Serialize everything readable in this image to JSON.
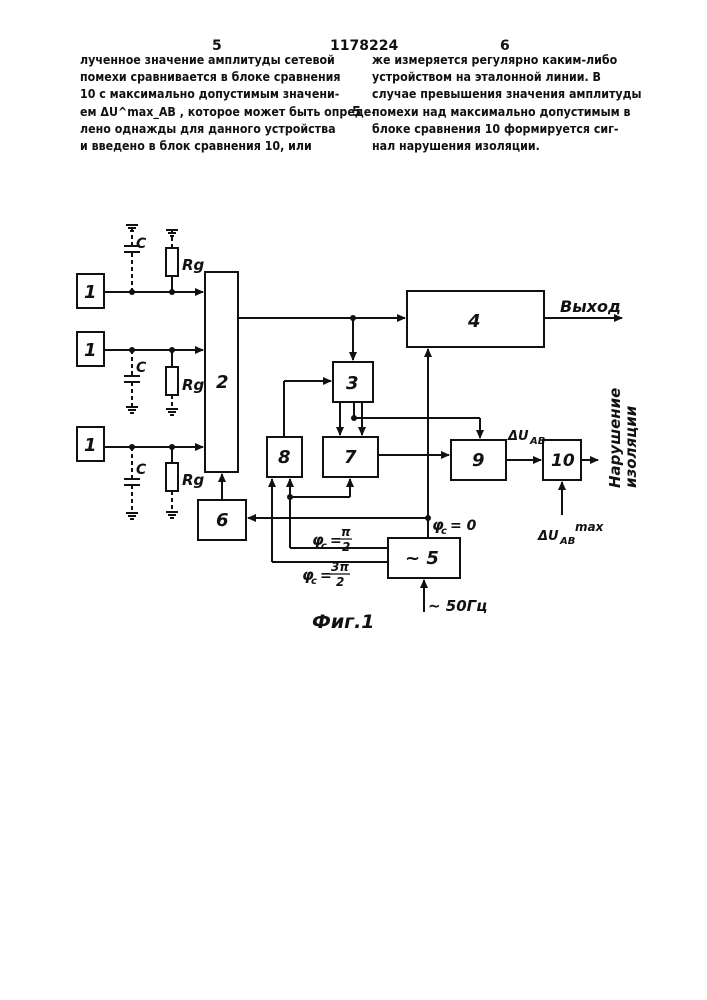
{
  "header": {
    "page_left": "5",
    "patent_number": "1178224",
    "page_right": "6"
  },
  "left_column": [
    "лученное значение амплитуды сетевой",
    "помехи сравнивается в блоке сравнения",
    "10 с максимально допустимым значени-",
    "ем ΔU^max_AB , которое может быть опреде-",
    "лено однажды для данного устройства",
    "и введено в блок сравнения 10, или"
  ],
  "right_column": [
    "же измеряется регулярно каким-либо",
    "устройством на эталонной линии. В",
    "случае превышения значения амплитуды",
    "помехи над максимально допустимым в",
    "блоке сравнения 10 формируется сиг-",
    "нал нарушения изоляции."
  ],
  "line_marker": "5",
  "figure": {
    "caption": "Фиг.1",
    "blocks": {
      "b1a": "1",
      "b1b": "1",
      "b1c": "1",
      "b2": "2",
      "b3": "3",
      "b4": "4",
      "b5": "~ 5",
      "b6": "6",
      "b7": "7",
      "b8": "8",
      "b9": "9",
      "b10": "10"
    },
    "labels": {
      "C": "C",
      "Rg": "Rg",
      "output": "Выход",
      "delta_u": "ΔU",
      "delta_u_sub": "AB",
      "delta_u_max": "ΔU",
      "delta_u_max_sub": "AB",
      "max": "max",
      "violation_1": "Нарушение",
      "violation_2": "изоляции",
      "phi": "φ",
      "phi_sub": "c",
      "phase_0": "= 0",
      "phase_pi2_num": "π",
      "phase_pi2_den": "2",
      "phase_3pi2_num": "3π",
      "phase_3pi2_den": "2",
      "freq": "~ 50Гц"
    }
  }
}
